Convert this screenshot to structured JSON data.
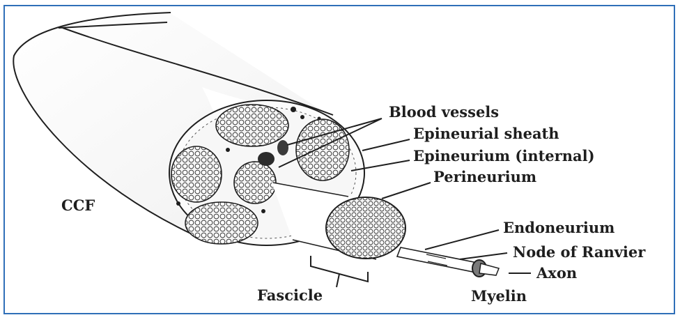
{
  "labels": {
    "ccf": "CCF",
    "blood_vessels": "Blood vessels",
    "epineurial_sheath": "Epineurial sheath",
    "epineurium_internal": "Epineurium (internal)",
    "perineurium": "Perineurium",
    "endoneurium": "Endoneurium",
    "node_of_ranvier": "Node of Ranvier",
    "axon": "Axon",
    "myelin": "Myelin",
    "fascicle": "Fascicle"
  },
  "colors": {
    "frame": "#2f6fb8",
    "ink": "#1e1e1e",
    "background": "#ffffff"
  }
}
